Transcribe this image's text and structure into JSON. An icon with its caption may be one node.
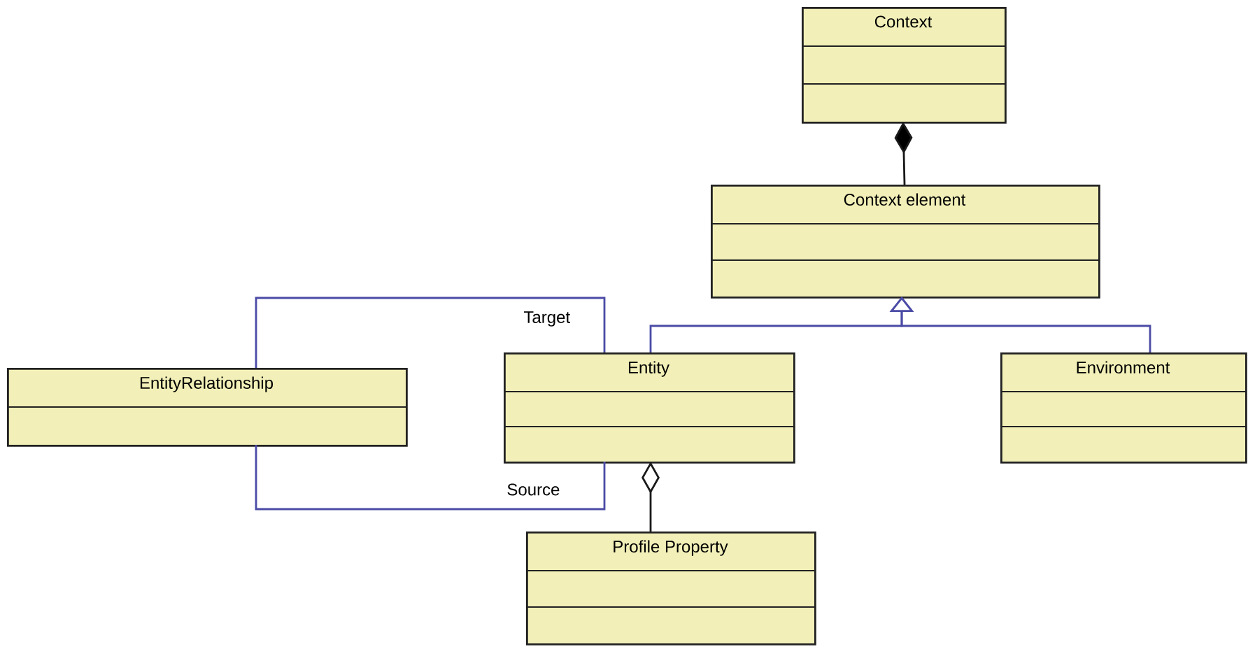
{
  "diagram": {
    "nodes": [
      {
        "text": [
          "Context"
        ]
      },
      {
        "text": [
          "Context element"
        ]
      },
      {
        "text": [
          "EntityRelationship"
        ]
      },
      {
        "text": [
          "Entity"
        ]
      },
      {
        "text": [
          "Environment"
        ]
      },
      {
        "text": [
          "Profile Property"
        ]
      }
    ],
    "edges": [
      {
        "from": 0,
        "to": 1,
        "arrow": "other",
        "color": "#1a1a1a"
      },
      {
        "from": 3,
        "to": 1,
        "arrow": "to"
      },
      {
        "from": 4,
        "to": 1,
        "arrow": "to"
      },
      {
        "from": 2,
        "to": 3,
        "arrow": "none",
        "label": "Target"
      },
      {
        "from": 2,
        "to": 3,
        "arrow": "none",
        "label": "Source"
      },
      {
        "from": 3,
        "to": 5,
        "arrow": "other",
        "color": "#1a1a1a"
      }
    ]
  }
}
